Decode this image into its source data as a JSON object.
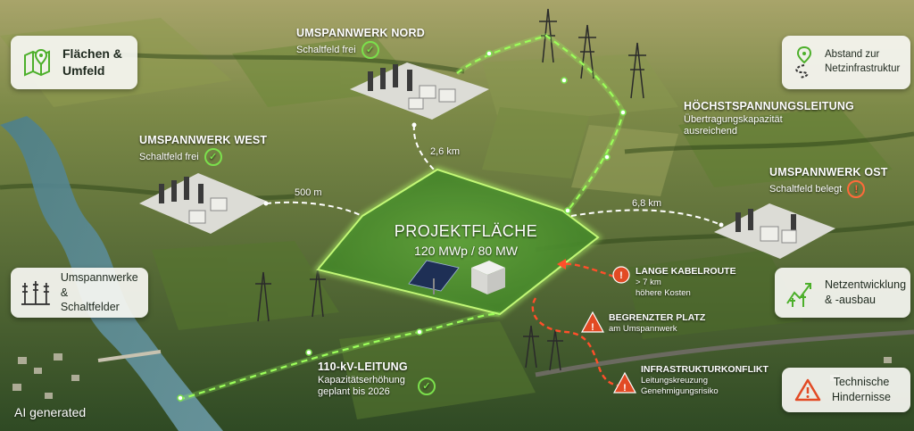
{
  "image_label": "AI generated",
  "project": {
    "title": "PROJEKTFLÄCHE",
    "capacity": "120 MWp / 80 MW"
  },
  "substations": [
    {
      "name": "UMSPANNWERK NORD",
      "status": "Schaltfeld frei",
      "status_icon": "check-icon"
    },
    {
      "name": "UMSPANNWERK WEST",
      "status": "Schaltfeld frei",
      "status_icon": "check-icon"
    },
    {
      "name": "UMSPANNWERK OST",
      "status": "Schaltfeld belegt",
      "status_icon": "warning-icon"
    }
  ],
  "lines": {
    "hv": {
      "name": "HÖCHSTSPANNUNGSLEITUNG",
      "line1": "Übertragungskapazität",
      "line2": "ausreichend"
    },
    "kv110": {
      "name": "110-kV-LEITUNG",
      "line1": "Kapazitätserhöhung",
      "line2": "geplant bis 2026"
    }
  },
  "distances": {
    "nord": "2,6 km",
    "west": "500 m",
    "ost": "6,8 km"
  },
  "obstacles": [
    {
      "title": "LANGE KABELROUTE",
      "line1": "> 7 km",
      "line2": "höhere Kosten"
    },
    {
      "title": "BEGRENZTER PLATZ",
      "line1": "am Umspannwerk"
    },
    {
      "title": "INFRASTRUKTURKONFLIKT",
      "line1": "Leitungskreuzung",
      "line2": "Genehmigungsrisiko"
    }
  ],
  "legend": {
    "flaechen": [
      "Flächen &",
      "Umfeld"
    ],
    "abstand": [
      "Abstand zur",
      "Netzinfrastruktur"
    ],
    "umspannwerke": [
      "Umspannwerke &",
      "Schaltfelder"
    ],
    "netzentwicklung": [
      "Netzentwicklung",
      "& -ausbau"
    ],
    "hindernisse": [
      "Technische",
      "Hindernisse"
    ]
  },
  "colors": {
    "green_accent": "#7be04c",
    "warning_red": "#ff5a2a",
    "card_bg": "#f6f6f2"
  }
}
